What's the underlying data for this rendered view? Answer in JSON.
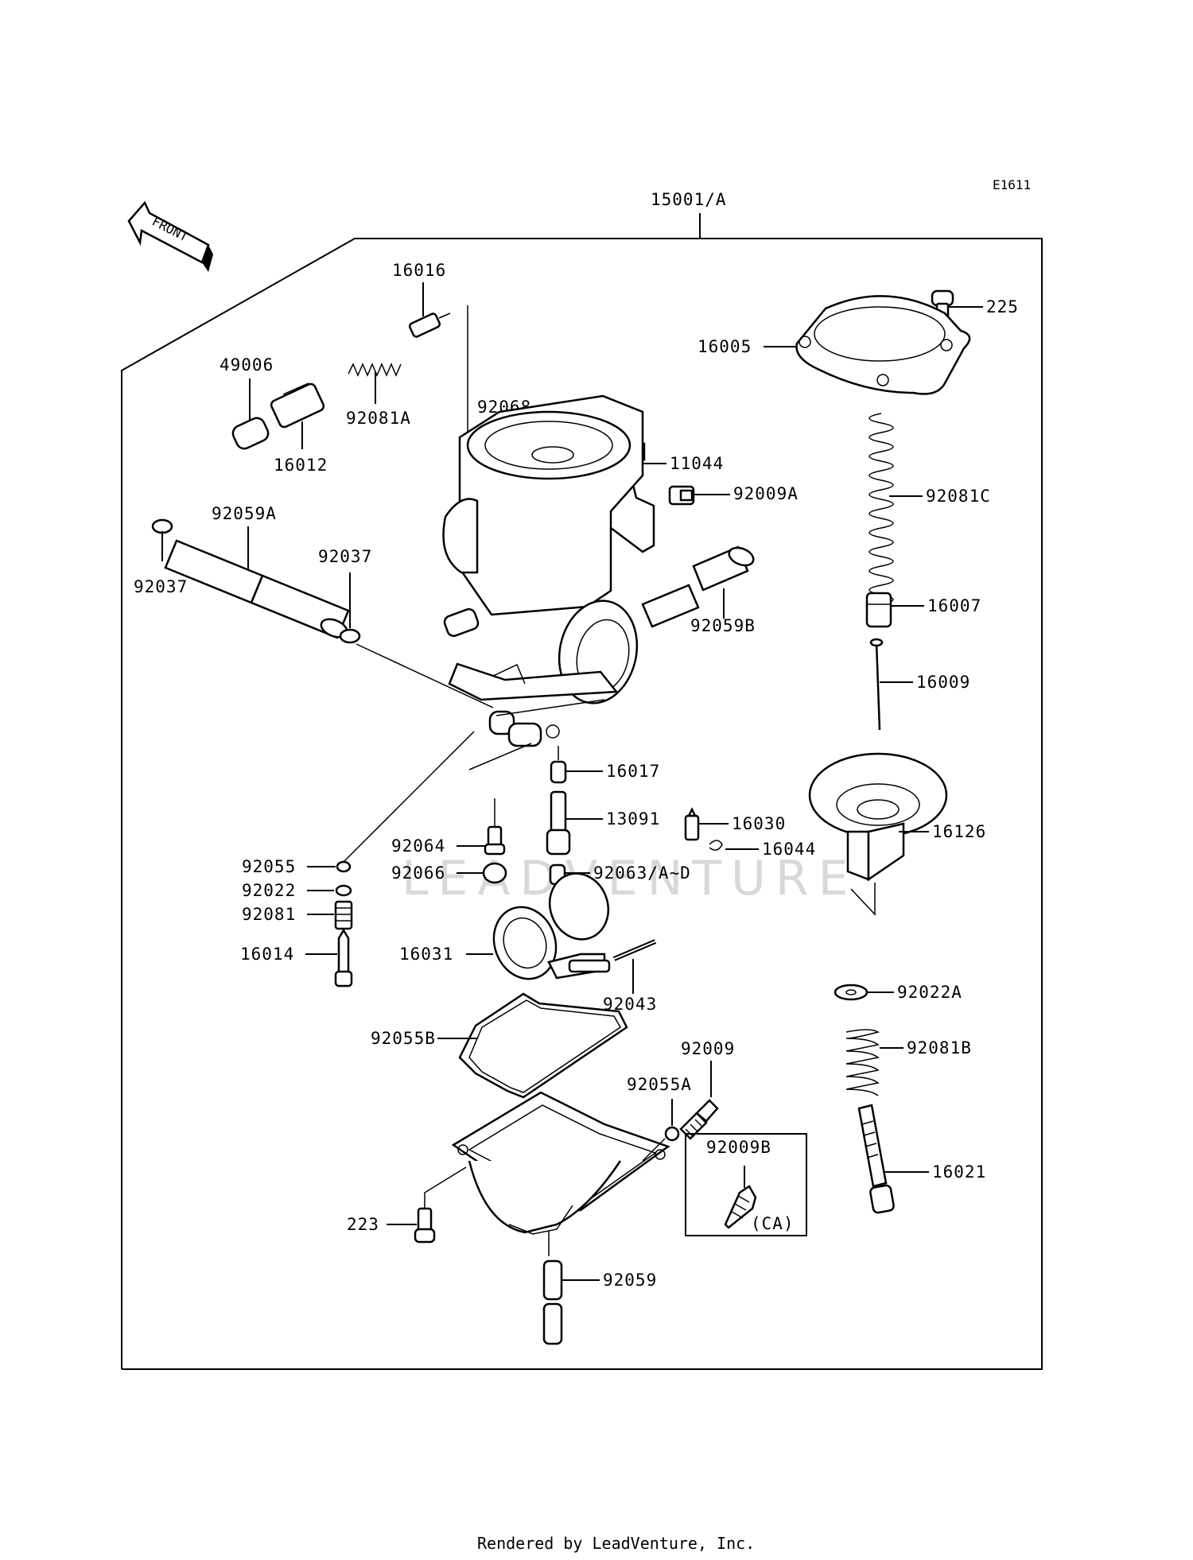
{
  "diagram_code": "E1611",
  "assembly_label": "15001/A",
  "front_label": "FRONT",
  "variant_note": "(CA)",
  "watermark": "LEADVENTURE",
  "footer": "Rendered by LeadVenture, Inc.",
  "parts": {
    "p16016": "16016",
    "p49006": "49006",
    "p92081A": "92081A",
    "p16012": "16012",
    "p92068": "92068",
    "p11044": "11044",
    "p92009A": "92009A",
    "p225": "225",
    "p16005": "16005",
    "p92081C": "92081C",
    "p16007": "16007",
    "p16009": "16009",
    "p16126": "16126",
    "p92059A": "92059A",
    "p92037a": "92037",
    "p92037b": "92037",
    "p92059B": "92059B",
    "p16017": "16017",
    "p13091": "13091",
    "p16030": "16030",
    "p16044": "16044",
    "p92064": "92064",
    "p92066": "92066",
    "p92063": "92063/A~D",
    "p92055": "92055",
    "p92022": "92022",
    "p92081": "92081",
    "p16014": "16014",
    "p16031": "16031",
    "p92043": "92043",
    "p92022A": "92022A",
    "p92055B": "92055B",
    "p92009": "92009",
    "p92055A": "92055A",
    "p92081B": "92081B",
    "p92009B": "92009B",
    "p16021": "16021",
    "p223": "223",
    "p92059": "92059"
  }
}
